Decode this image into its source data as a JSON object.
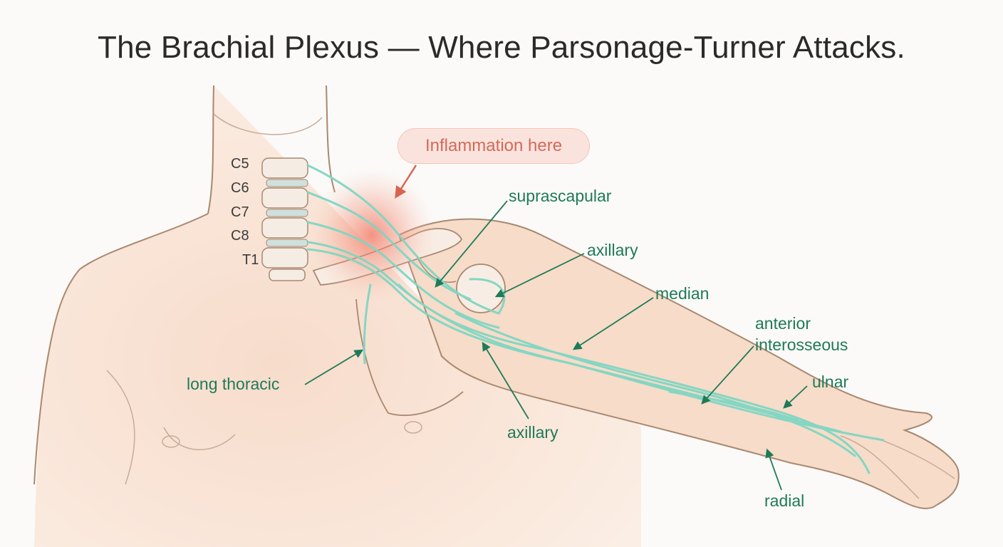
{
  "title": "The Brachial Plexus — Where Parsonage-Turner Attacks.",
  "callout": "Inflammation here",
  "vertebrae": [
    "C5",
    "C6",
    "C7",
    "C8",
    "T1"
  ],
  "nerves": {
    "suprascapular": "suprascapular",
    "axillary_upper": "axillary",
    "median": "median",
    "anterior_interosseous_1": "anterior",
    "anterior_interosseous_2": "interosseous",
    "ulnar": "ulnar",
    "long_thoracic": "long thoracic",
    "axillary_lower": "axillary",
    "radial": "radial"
  },
  "colors": {
    "nerve": "#7fd6c2",
    "label": "#1f7a58",
    "inflammation": "#f2705a",
    "skin_outline": "#a98870"
  }
}
